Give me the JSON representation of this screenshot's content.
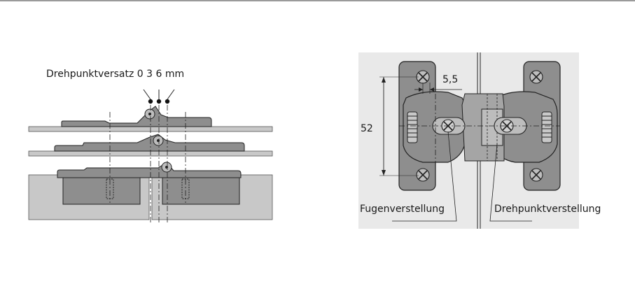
{
  "left_figure": {
    "title": "Drehpunktversatz 0  3  6 mm"
  },
  "right_figure": {
    "dim_width": "5,5",
    "dim_height": "52",
    "label_gap": "Fugenverstellung",
    "label_pivot": "Drehpunktverstellung"
  },
  "colors": {
    "part_fill": "#8e8e8e",
    "panel_fill": "#c8c8c8",
    "background_panel": "#e9e9e9",
    "line": "#1a1a1a"
  }
}
